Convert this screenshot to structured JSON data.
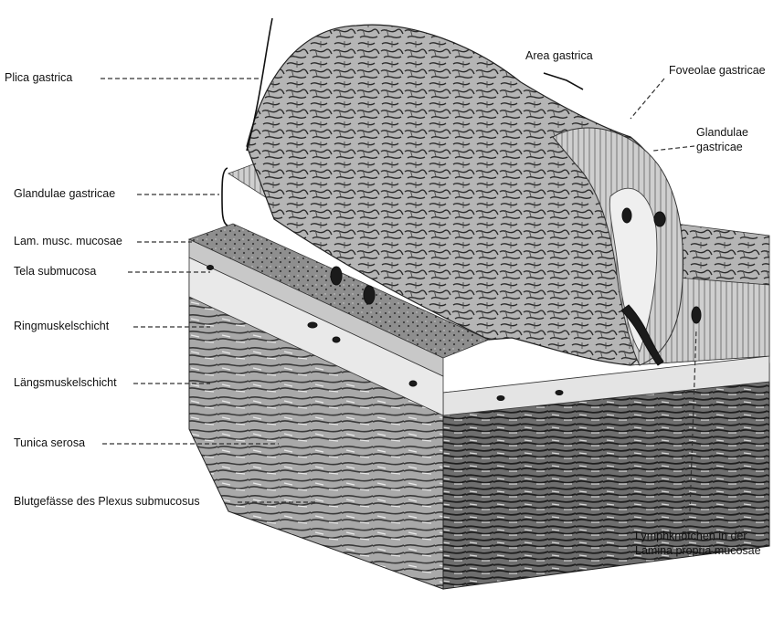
{
  "labels": {
    "left": [
      "Plica gastrica",
      "Glandulae gastricae",
      "Lam. musc. mucosae",
      "Tela submucosa",
      "Ringmuskelschicht",
      "Längsmuskelschicht",
      "Tunica serosa",
      "Blutgefässe des Plexus submucosus"
    ],
    "right": {
      "area_gastrica": "Area gastrica",
      "foveolae_gastricae": "Foveolae gastricae",
      "glandulae_gastricae": "Glandulae\ngastricae",
      "lymphknoetchen": "Lymphknötchen in der\nLamina propria mucosae"
    }
  },
  "colors": {
    "ink": "#1a1a1a",
    "mucosa_fill": "#8a8a8a",
    "muscle_fill": "#9a9a9a",
    "submucosa_fill": "#e6e6e6"
  }
}
